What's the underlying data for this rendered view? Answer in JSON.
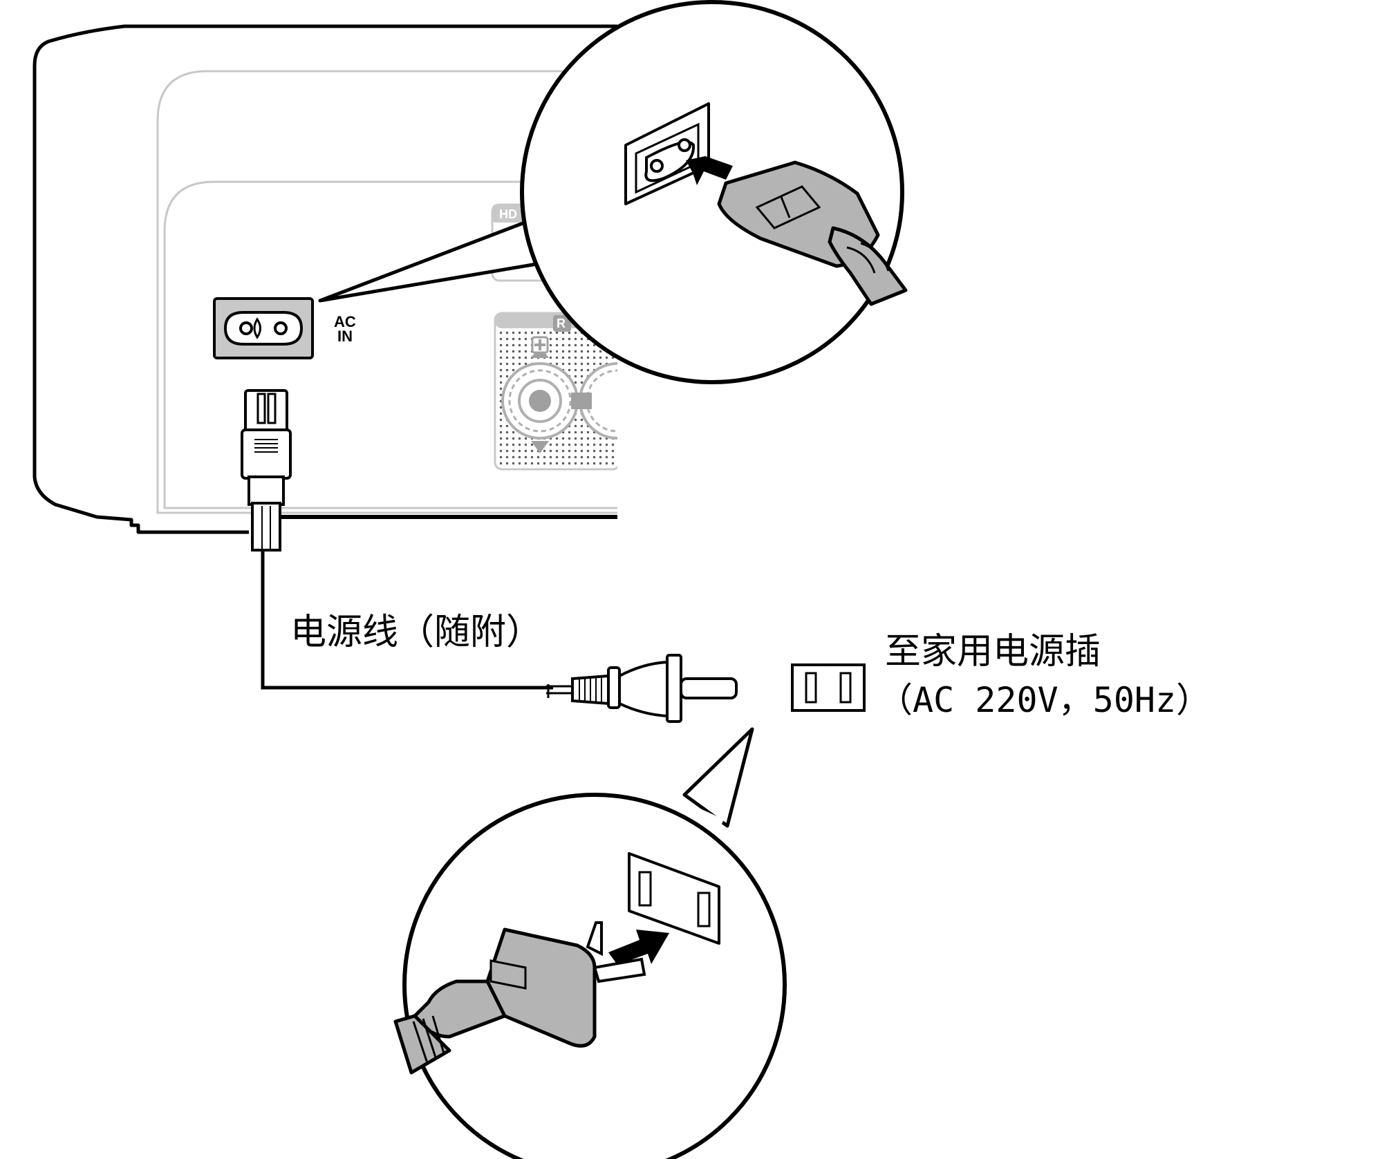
{
  "device": {
    "ac_in_label_line1": "AC",
    "ac_in_label_line2": "IN",
    "hdmi_badge": "HD",
    "speaker_badge": "R",
    "plus_sign": "+"
  },
  "labels": {
    "power_cord": "电源线（随附）",
    "outlet_title": "至家用电源插",
    "outlet_spec": "（AC 220V，50Hz）"
  },
  "colors": {
    "line": "#000000",
    "panel_gray": "#c8c8c8",
    "plug_gray": "#b4b4b4",
    "light_outline": "#c8c8c8"
  }
}
